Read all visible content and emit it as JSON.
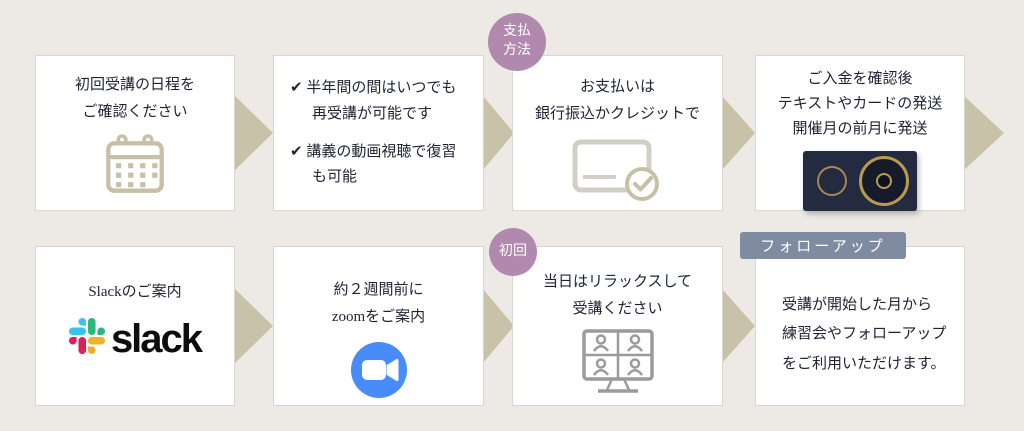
{
  "badges": {
    "payment": {
      "line1": "支払",
      "line2": "方法"
    },
    "first": {
      "label": "初回"
    },
    "follow_up": {
      "label": "フォローアップ"
    }
  },
  "flow": {
    "r1b1": {
      "line1": "初回受講の日程を",
      "line2": "ご確認ください"
    },
    "r1b2": {
      "item1_line1": "✔ 半年間の間はいつでも",
      "item1_line2": "再受講が可能です",
      "item2_line1": "✔ 講義の動画視聴で復習",
      "item2_line2": "も可能"
    },
    "r1b3": {
      "line1": "お支払いは",
      "line2": "銀行振込かクレジットで"
    },
    "r1b4": {
      "line1": "ご入金を確認後",
      "line2": "テキストやカードの発送",
      "line3": "開催月の前月に発送"
    },
    "r2b1": {
      "line1": "Slackのご案内",
      "logo_text": "slack"
    },
    "r2b2": {
      "line1": "約２週間前に",
      "line2": "zoomをご案内"
    },
    "r2b3": {
      "line1": "当日はリラックスして",
      "line2": "受講ください"
    },
    "r2b4": {
      "line1": "受講が開始した月から",
      "line2": "練習会やフォローアップ",
      "line3": "をご利用いただけます。"
    }
  },
  "colors": {
    "background": "#edeae5",
    "arrow": "#c8c2a9",
    "badge_purple": "#b189ae",
    "badge_slate": "#7e8ba1",
    "text": "#1f2333",
    "icon_tan": "#c6c0a6",
    "icon_gray": "#9b9b9b",
    "zoom_blue": "#4a8cff",
    "slack_blue": "#36c5f0",
    "slack_green": "#2eb67d",
    "slack_yellow": "#ecb22e",
    "slack_red": "#e01e5a"
  }
}
